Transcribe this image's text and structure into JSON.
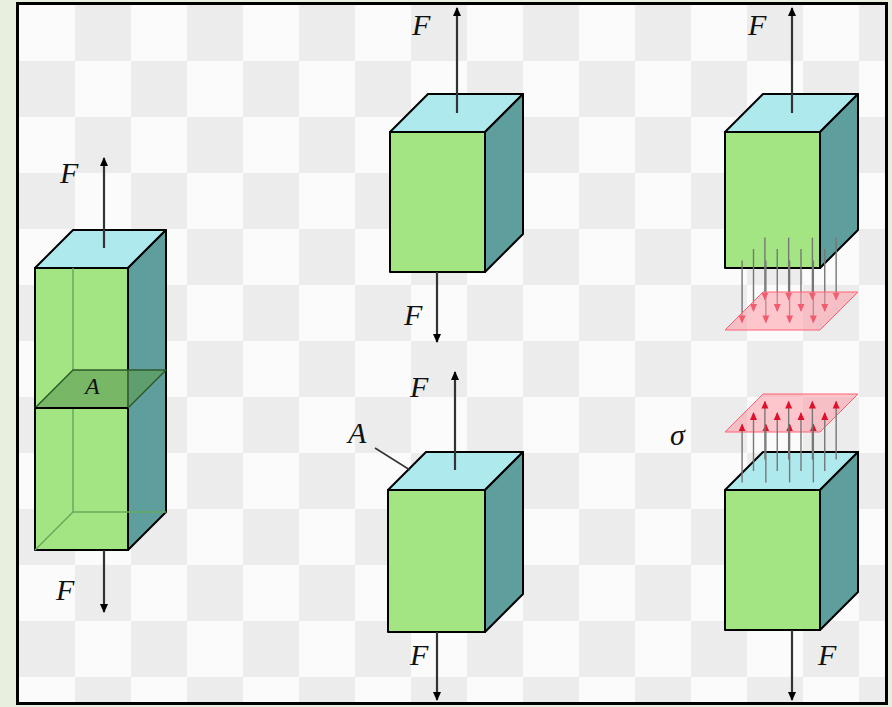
{
  "diagram": {
    "labels": [
      "F",
      "A",
      "F",
      "F",
      "F",
      "F",
      "A",
      "F",
      "F",
      "σ",
      "F"
    ]
  }
}
